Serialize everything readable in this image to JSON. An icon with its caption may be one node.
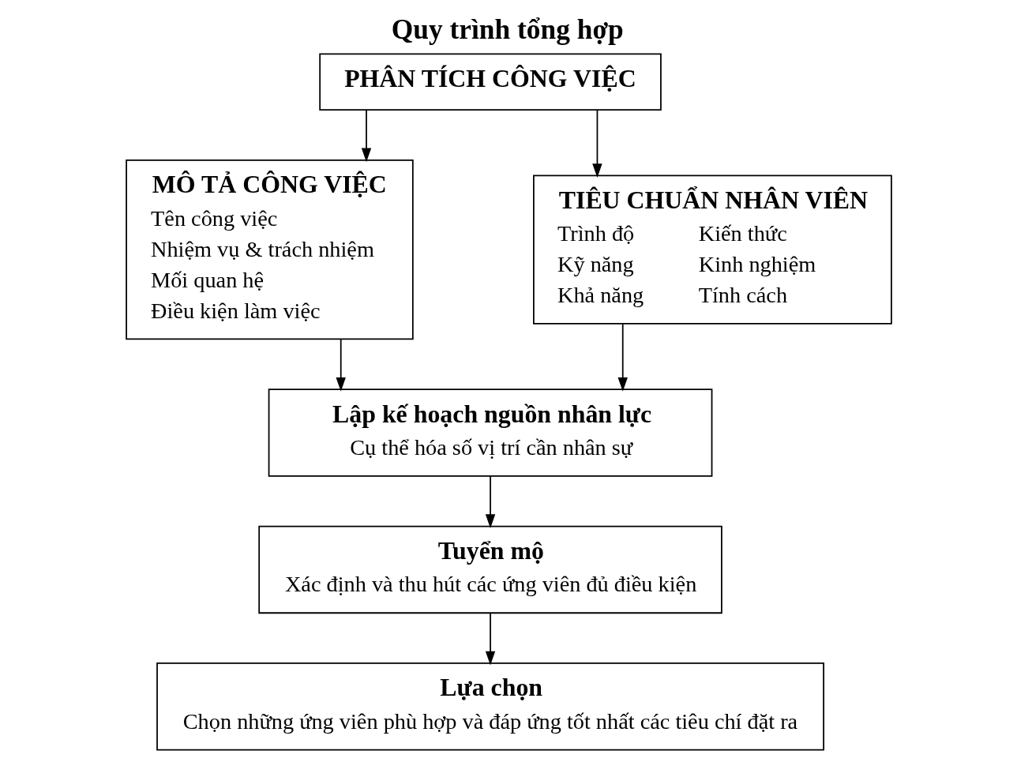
{
  "diagram": {
    "title": "Quy trình tổng hợp",
    "nodes": [
      {
        "text": [
          "PHÂN TÍCH CÔNG VIỆC"
        ]
      },
      {
        "text": [
          "MÔ TẢ CÔNG VIỆC",
          "Tên công việc",
          "Nhiệm vụ & trách nhiệm",
          "Mối quan hệ",
          "Điều kiện làm việc"
        ]
      },
      {
        "text": [
          "TIÊU CHUẨN NHÂN VIÊN",
          "Trình độ",
          "Kiến thức",
          "Kỹ năng",
          "Kinh nghiệm",
          "Khả năng",
          "Tính cách"
        ]
      },
      {
        "text": [
          "Lập kế hoạch nguồn nhân lực",
          "Cụ thể hóa số vị trí cần nhân sự"
        ]
      },
      {
        "text": [
          "Tuyển mộ",
          "Xác định và thu hút các ứng viên đủ điều kiện"
        ]
      },
      {
        "text": [
          "Lựa chọn",
          "Chọn những ứng viên phù hợp và đáp ứng tốt nhất các tiêu chí đặt ra"
        ]
      }
    ],
    "edges": [
      {
        "from": 0,
        "to": 1,
        "arrow": "to"
      },
      {
        "from": 0,
        "to": 2,
        "arrow": "to"
      },
      {
        "from": 1,
        "to": 3,
        "arrow": "to"
      },
      {
        "from": 2,
        "to": 3,
        "arrow": "to"
      },
      {
        "from": 3,
        "to": 4,
        "arrow": "to"
      },
      {
        "from": 4,
        "to": 5,
        "arrow": "to"
      }
    ]
  }
}
